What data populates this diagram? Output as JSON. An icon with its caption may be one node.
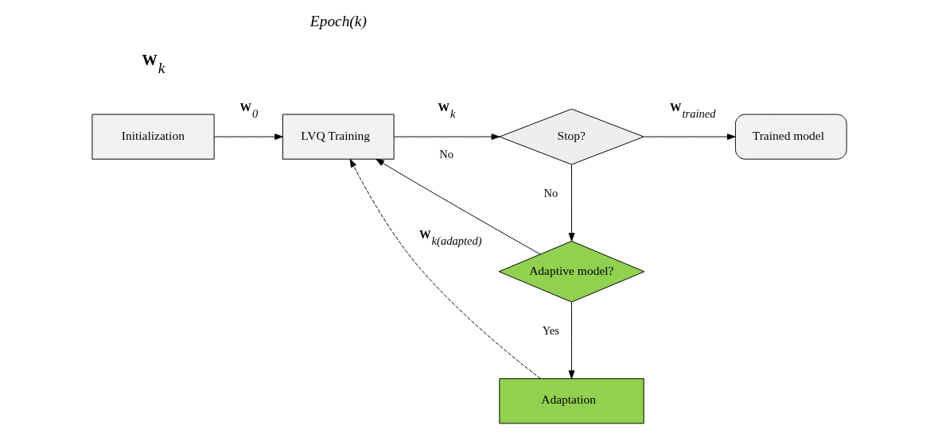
{
  "diagram": {
    "nodes": [
      {
        "text": [
          "Initialization"
        ]
      },
      {
        "text": [
          "LVQ Training"
        ]
      },
      {
        "text": [
          "Stop?"
        ]
      },
      {
        "text": [
          "Trained model"
        ]
      },
      {
        "text": [
          "Adaptive model?"
        ]
      },
      {
        "text": [
          "Adaptation"
        ]
      }
    ],
    "edges": [
      {
        "from": 0,
        "to": 1,
        "arrow": "to",
        "label": "W$_{0}$"
      },
      {
        "from": 1,
        "to": 2,
        "arrow": "to",
        "label": "W$_{k}$"
      },
      {
        "from": 2,
        "to": 3,
        "arrow": "to",
        "label": "W$_{trained}$"
      },
      {
        "from": 2,
        "to": 4,
        "arrow": "to",
        "label": "No"
      },
      {
        "from": 4,
        "to": 1,
        "arrow": "to",
        "label": "No"
      },
      {
        "from": 4,
        "to": 5,
        "arrow": "to",
        "label": "Yes"
      },
      {
        "from": 5,
        "to": 1,
        "arrow": "to",
        "label": "W$_{k(adapted)}$",
        "style": "dashed"
      }
    ],
    "labels": [
      "Epoch(k)",
      "W$_{k}$"
    ]
  }
}
